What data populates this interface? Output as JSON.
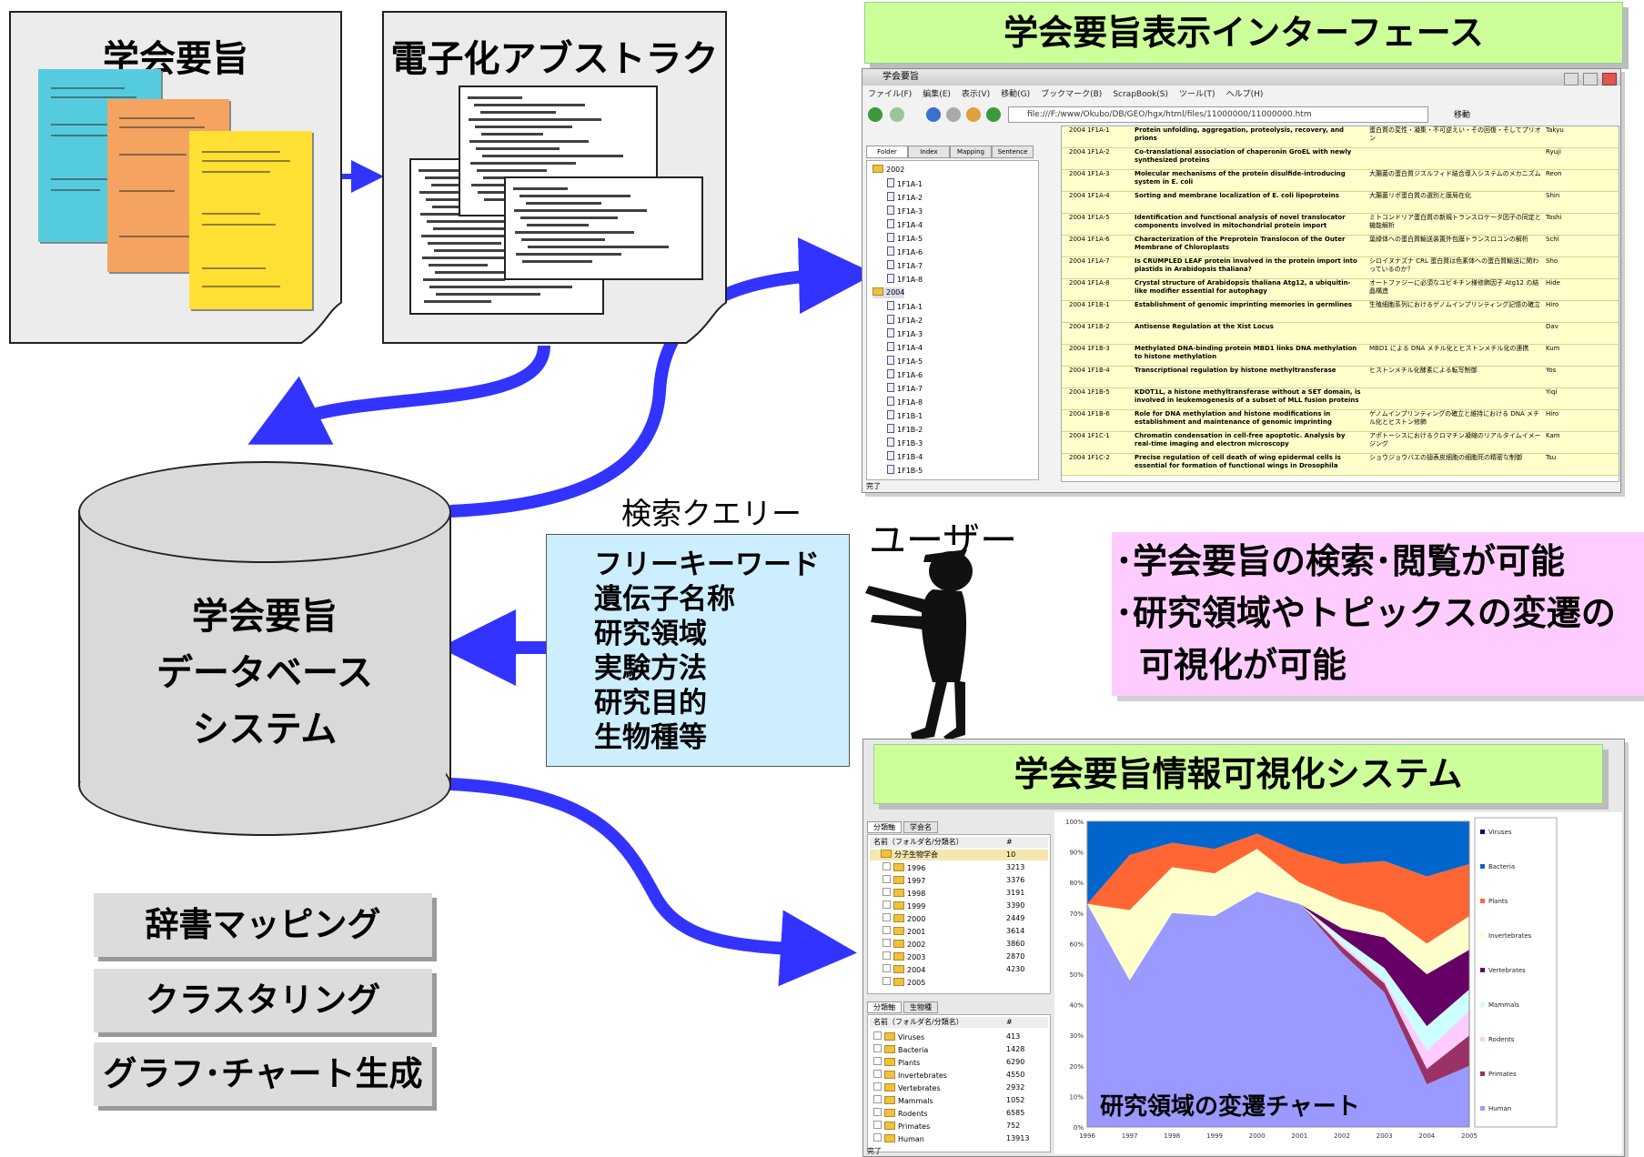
{
  "documents": {
    "abstracts_title": "学会要旨",
    "electronic_title": "電子化アブストラクト"
  },
  "viewer": {
    "banner": "学会要旨表示インターフェース",
    "window_title": "学会要旨",
    "menu": [
      "ファイル(F)",
      "編集(E)",
      "表示(V)",
      "移動(G)",
      "ブックマーク(B)",
      "ScrapBook(S)",
      "ツール(T)",
      "ヘルプ(H)"
    ],
    "address": "file:///F:/www/Okubo/DB/GEO/hgx/html/files/11000000/11000000.htm",
    "go_label": "移動",
    "tabs": [
      "Folder",
      "Index",
      "Mapping",
      "Sentence"
    ],
    "tree": [
      {
        "label": "2002",
        "folder": true
      },
      {
        "label": "1F1A-1"
      },
      {
        "label": "1F1A-2"
      },
      {
        "label": "1F1A-3"
      },
      {
        "label": "1F1A-4"
      },
      {
        "label": "1F1A-5"
      },
      {
        "label": "1F1A-6"
      },
      {
        "label": "1F1A-7"
      },
      {
        "label": "1F1A-8"
      },
      {
        "label": "2004",
        "folder": true
      },
      {
        "label": "1F1A-1"
      },
      {
        "label": "1F1A-2"
      },
      {
        "label": "1F1A-3"
      },
      {
        "label": "1F1A-4"
      },
      {
        "label": "1F1A-5"
      },
      {
        "label": "1F1A-6"
      },
      {
        "label": "1F1A-7"
      },
      {
        "label": "1F1A-8"
      },
      {
        "label": "1F1B-1"
      },
      {
        "label": "1F1B-2"
      },
      {
        "label": "1F1B-3"
      },
      {
        "label": "1F1B-4"
      },
      {
        "label": "1F1B-5"
      }
    ],
    "rows": [
      {
        "id": "2004 1F1A-1",
        "title": "Protein unfolding, aggregation, proteolysis, recovery, and prions",
        "jp": "蛋白質の変性・凝集・不可逆えい・その回復・そしてプリオン",
        "tag": "Takyu"
      },
      {
        "id": "2004 1F1A-2",
        "title": "Co-translational association of chaperonin GroEL with newly synthesized proteins",
        "jp": "",
        "tag": "Ryuji"
      },
      {
        "id": "2004 1F1A-3",
        "title": "Molecular mechanisms of the protein disulfide-introducing system in E. coli",
        "jp": "大腸菌の蛋白質ジスルフィド結合導入システムのメカニズム",
        "tag": "Reon"
      },
      {
        "id": "2004 1F1A-4",
        "title": "Sorting and membrane localization of E. coli lipoproteins",
        "jp": "大腸菌リポ蛋白質の選別と膜局在化",
        "tag": "Shin"
      },
      {
        "id": "2004 1F1A-5",
        "title": "Identification and functional analysis of novel translocator components involved in mitochondrial protein import",
        "jp": "ミトコンドリア蛋白質の新規トランスロケータ因子の同定と機能解析",
        "tag": "Toshi"
      },
      {
        "id": "2004 1F1A-6",
        "title": "Characterization of the Preprotein Translocon of the Outer Membrane of Chloroplasts",
        "jp": "葉緑体への蛋白質輸送装置外包膜トランスロコンの解析",
        "tag": "Schl"
      },
      {
        "id": "2004 1F1A-7",
        "title": "Is CRUMPLED LEAF protein involved in the protein import into plastids in Arabidopsis thaliana?",
        "jp": "シロイヌナズナ CRL 蛋白質は色素体への蛋白質輸送に関わっているのか？",
        "tag": "Sho"
      },
      {
        "id": "2004 1F1A-8",
        "title": "Crystal structure of Arabidopsis thaliana Atg12, a ubiquitin-like modifier essential for autophagy",
        "jp": "オートファジーに必須なユビキチン様修飾因子 Atg12 の結晶構造",
        "tag": "Hide"
      },
      {
        "id": "2004 1F1B-1",
        "title": "Establishment of genomic imprinting memories in germlines",
        "jp": "生殖細胞系列におけるゲノムインプリンティング記憶の確立",
        "tag": "Hiro"
      },
      {
        "id": "2004 1F1B-2",
        "title": "Antisense Regulation at the Xist Locus",
        "jp": "",
        "tag": "Dav"
      },
      {
        "id": "2004 1F1B-3",
        "title": "Methylated DNA-binding protein MBD1 links DNA methylation to histone methylation",
        "jp": "MBD1 による DNA メチル化とヒストンメチル化の連携",
        "tag": "Kum"
      },
      {
        "id": "2004 1F1B-4",
        "title": "Transcriptional regulation by histone methyltransferase",
        "jp": "ヒストンメチル化酵素による転写制御",
        "tag": "Yos"
      },
      {
        "id": "2004 1F1B-5",
        "title": "KDOT1L, a histone methyltransferase without a SET domain, is involved in leukemogenesis of a subset of MLL fusion proteins",
        "jp": "",
        "tag": "Yiqi"
      },
      {
        "id": "2004 1F1B-6",
        "title": "Role for DNA methylation and histone modifications in establishment and maintenance of genomic imprinting",
        "jp": "ゲノムインプリンティングの確立と維持における DNA メチル化とヒストン修飾",
        "tag": "Hiro"
      },
      {
        "id": "2004 1F1C-1",
        "title": "Chromatin condensation in cell-free apoptotic. Analysis by real-time imaging and electron microscopy",
        "jp": "アポトーシスにおけるクロマチン凝縮のリアルタイムイメージング",
        "tag": "Kam"
      },
      {
        "id": "2004 1F1C-2",
        "title": "Precise regulation of cell death of wing epidermal cells is essential for formation of functional wings in Drosophila",
        "jp": "ショウジョウバエの翅表皮細胞の細胞死の精密な制御",
        "tag": "Tsu"
      }
    ],
    "status": "完了"
  },
  "database": {
    "lines": [
      "学会要旨",
      "データベース",
      "システム"
    ]
  },
  "query": {
    "label": "検索クエリー",
    "items": [
      "フリーキーワード",
      "遺伝子名称",
      "研究領域",
      "実験方法",
      "研究目的",
      "生物種等"
    ]
  },
  "user": {
    "label": "ユーザー"
  },
  "features": {
    "lines": [
      "･学会要旨の検索･閲覧が可能",
      "･研究領域やトピックスの変遷の",
      "可視化が可能"
    ]
  },
  "tools": [
    "辞書マッピング",
    "クラスタリング",
    "グラフ･チャート生成"
  ],
  "visualizer": {
    "banner": "学会要旨情報可視化システム",
    "tabs1": [
      "分類軸",
      "学会名"
    ],
    "col_header": "名前（フォルダ名/分類名）",
    "col_count": "#",
    "society_root": {
      "name": "分子生物学会",
      "count": "10"
    },
    "years": [
      {
        "name": "1996",
        "count": "3213"
      },
      {
        "name": "1997",
        "count": "3376"
      },
      {
        "name": "1998",
        "count": "3191"
      },
      {
        "name": "1999",
        "count": "3390"
      },
      {
        "name": "2000",
        "count": "2449"
      },
      {
        "name": "2001",
        "count": "3614"
      },
      {
        "name": "2002",
        "count": "3860"
      },
      {
        "name": "2003",
        "count": "2870"
      },
      {
        "name": "2004",
        "count": "4230"
      },
      {
        "name": "2005",
        "count": ""
      }
    ],
    "tabs2": [
      "分類軸",
      "生物種"
    ],
    "organisms": [
      {
        "name": "Viruses",
        "count": "413"
      },
      {
        "name": "Bacteria",
        "count": "1428"
      },
      {
        "name": "Plants",
        "count": "6290"
      },
      {
        "name": "Invertebrates",
        "count": "4550"
      },
      {
        "name": "Vertebrates",
        "count": "2932"
      },
      {
        "name": "Mammals",
        "count": "1052"
      },
      {
        "name": "Rodents",
        "count": "6585"
      },
      {
        "name": "Primates",
        "count": "752"
      },
      {
        "name": "Human",
        "count": "13913"
      }
    ],
    "status": "完了",
    "chart_caption": "研究領域の変遷チャート"
  },
  "chart_data": {
    "type": "area",
    "stacked": true,
    "percent": true,
    "title": "研究領域の変遷チャート",
    "x": [
      "1996",
      "1997",
      "1998",
      "1999",
      "2000",
      "2001",
      "2002",
      "2003",
      "2004",
      "2005"
    ],
    "yticks": [
      "0%",
      "10%",
      "20%",
      "30%",
      "40%",
      "50%",
      "60%",
      "70%",
      "80%",
      "90%",
      "100%"
    ],
    "ylim": [
      0,
      100
    ],
    "legend_position": "right",
    "series": [
      {
        "name": "Human",
        "color": "#9999ff",
        "values": [
          73,
          48,
          70,
          69,
          77,
          73,
          57,
          44,
          14,
          20
        ]
      },
      {
        "name": "Primates",
        "color": "#993366",
        "values": [
          0,
          0,
          0,
          0,
          0,
          0,
          2,
          3,
          5,
          10
        ]
      },
      {
        "name": "Rodents",
        "color": "#ffccff",
        "values": [
          0,
          0,
          0,
          0,
          0,
          0,
          1,
          1,
          6,
          8
        ]
      },
      {
        "name": "Mammals",
        "color": "#ccffff",
        "values": [
          0,
          0,
          0,
          0,
          0,
          0,
          2,
          4,
          8,
          7
        ]
      },
      {
        "name": "Vertebrates",
        "color": "#660066",
        "values": [
          0,
          0,
          0,
          0,
          0,
          0,
          3,
          10,
          17,
          13
        ]
      },
      {
        "name": "Invertebrates",
        "color": "#ffffcc",
        "values": [
          0,
          23,
          15,
          14,
          14,
          7,
          9,
          8,
          10,
          11
        ]
      },
      {
        "name": "Plants",
        "color": "#ff6633",
        "values": [
          0,
          18,
          8,
          8,
          5,
          10,
          12,
          17,
          22,
          17
        ]
      },
      {
        "name": "Bacteria",
        "color": "#0066cc",
        "values": [
          27,
          11,
          7,
          9,
          4,
          10,
          14,
          13,
          18,
          14
        ]
      },
      {
        "name": "Viruses",
        "color": "#000080",
        "values": [
          0,
          0,
          0,
          0,
          0,
          0,
          0,
          0,
          0,
          0
        ]
      }
    ],
    "legend": [
      "Viruses",
      "Bacteria",
      "Plants",
      "Invertebrates",
      "Vertebrates",
      "Mammals",
      "Rodents",
      "Primates",
      "Human"
    ]
  }
}
